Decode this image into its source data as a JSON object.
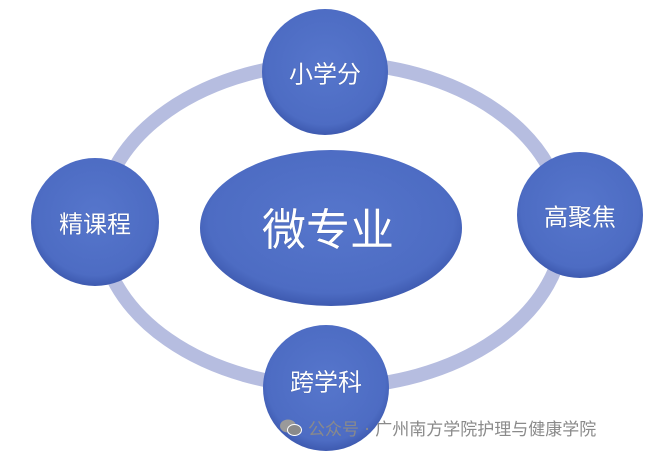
{
  "diagram": {
    "center": "微专业",
    "nodes": {
      "top": "小学分",
      "left": "精课程",
      "right": "高聚焦",
      "bottom": "跨学科"
    },
    "colors": {
      "node": "#5070c6",
      "node_edge": "#3e5ab0",
      "ring": "#b6bde0"
    }
  },
  "watermark": {
    "icon": "wechat-icon",
    "text": "公众号 · 广州南方学院护理与健康学院"
  }
}
